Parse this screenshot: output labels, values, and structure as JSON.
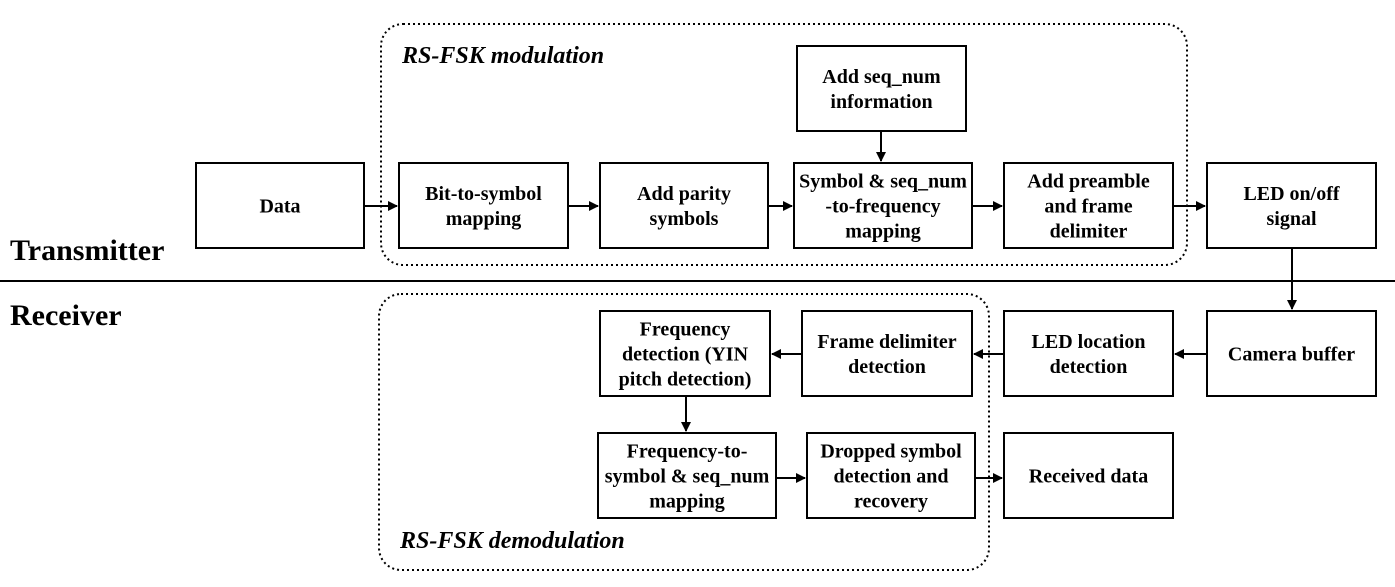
{
  "sections": {
    "transmitter": "Transmitter",
    "receiver": "Receiver"
  },
  "groups": {
    "modulation": "RS-FSK modulation",
    "demodulation": "RS-FSK demodulation"
  },
  "nodes": {
    "data": [
      "Data"
    ],
    "bit_to_symbol": [
      "Bit-to-symbol",
      "mapping"
    ],
    "add_parity": [
      "Add parity",
      "symbols"
    ],
    "add_seq_num": [
      "Add seq_num",
      "information"
    ],
    "symbol_seq_freq": [
      "Symbol & seq_num",
      "-to-frequency",
      "mapping"
    ],
    "add_preamble": [
      "Add preamble",
      "and frame",
      "delimiter"
    ],
    "led_signal": [
      "LED on/off",
      "signal"
    ],
    "camera_buffer": [
      "Camera buffer"
    ],
    "led_location": [
      "LED location",
      "detection"
    ],
    "frame_delimiter": [
      "Frame delimiter",
      "detection"
    ],
    "freq_detection": [
      "Frequency",
      "detection (YIN",
      "pitch detection)"
    ],
    "freq_to_symbol": [
      "Frequency-to-",
      "symbol & seq_num",
      "mapping"
    ],
    "dropped_symbol": [
      "Dropped symbol",
      "detection and",
      "recovery"
    ],
    "received_data": [
      "Received data"
    ]
  },
  "edges": [
    {
      "from": "data",
      "to": "bit_to_symbol"
    },
    {
      "from": "bit_to_symbol",
      "to": "add_parity"
    },
    {
      "from": "add_parity",
      "to": "symbol_seq_freq"
    },
    {
      "from": "add_seq_num",
      "to": "symbol_seq_freq"
    },
    {
      "from": "symbol_seq_freq",
      "to": "add_preamble"
    },
    {
      "from": "add_preamble",
      "to": "led_signal"
    },
    {
      "from": "led_signal",
      "to": "camera_buffer"
    },
    {
      "from": "camera_buffer",
      "to": "led_location"
    },
    {
      "from": "led_location",
      "to": "frame_delimiter"
    },
    {
      "from": "frame_delimiter",
      "to": "freq_detection"
    },
    {
      "from": "freq_detection",
      "to": "freq_to_symbol"
    },
    {
      "from": "freq_to_symbol",
      "to": "dropped_symbol"
    },
    {
      "from": "dropped_symbol",
      "to": "received_data"
    }
  ]
}
